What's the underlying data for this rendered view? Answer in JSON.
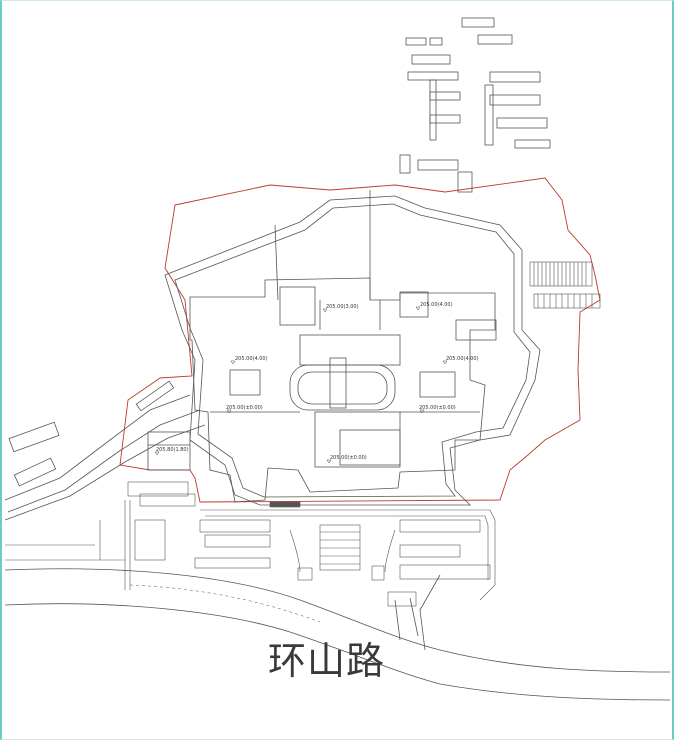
{
  "road_label": "环山路",
  "elevations": {
    "e1": "205.00(3.00)",
    "e2": "205.00(4.00)",
    "e3": "205.00(4.00)",
    "e4": "205.00(4.00)",
    "e5": "205.00(±0.00)",
    "e6": "205.00(±0.00)",
    "e7": "205.00(±0.00)",
    "e8": "205.80(1.80)"
  },
  "colors": {
    "boundary": "#c0392b",
    "linework": "#555555",
    "frame": "#66cccc"
  }
}
